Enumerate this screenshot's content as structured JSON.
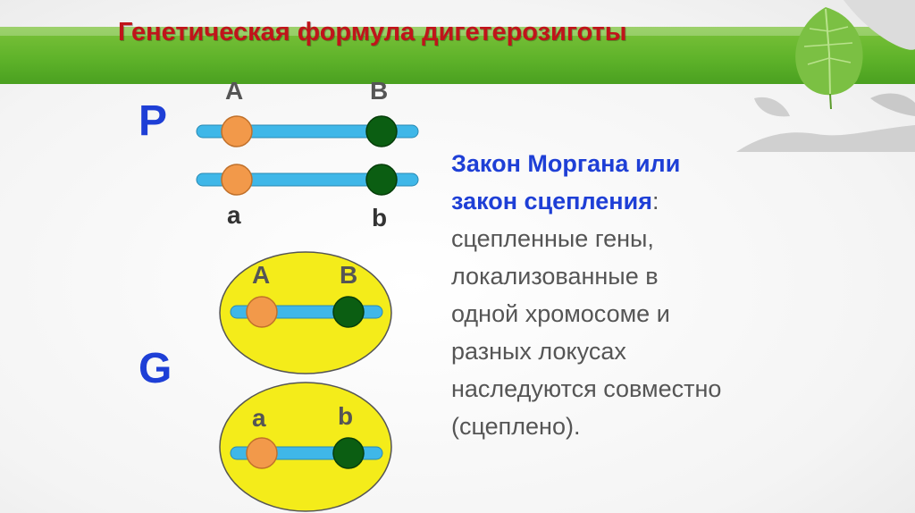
{
  "title": "Генетическая формула дигетерозиготы",
  "diagram": {
    "p_label": "P",
    "g_label": "G",
    "p_top_left": "A",
    "p_top_right": "B",
    "p_bottom_left": "a",
    "p_bottom_right": "b",
    "g1_left": "A",
    "g1_right": "B",
    "g2_left": "a",
    "g2_right": "b"
  },
  "law": {
    "heading_line1": "Закон Моргана или",
    "heading_line2": "закон сцепления",
    "colon": ":",
    "body_lines": [
      "сцепленные гены,",
      "локализованные в",
      "одной хромосоме и",
      "разных локусах",
      "наследуются совместно",
      "(сцеплено)."
    ]
  },
  "colors": {
    "title": "#c0141a",
    "accent_blue": "#1e3fd6",
    "chromosome": "#3fb7e8",
    "dominant_left_allele": "#f2994a",
    "dominant_right_allele": "#0b5e12",
    "gamete": "#f4ec1a",
    "banner_green": "#5fb32a"
  },
  "icons": [
    "leaf-icon",
    "hands-icon"
  ]
}
